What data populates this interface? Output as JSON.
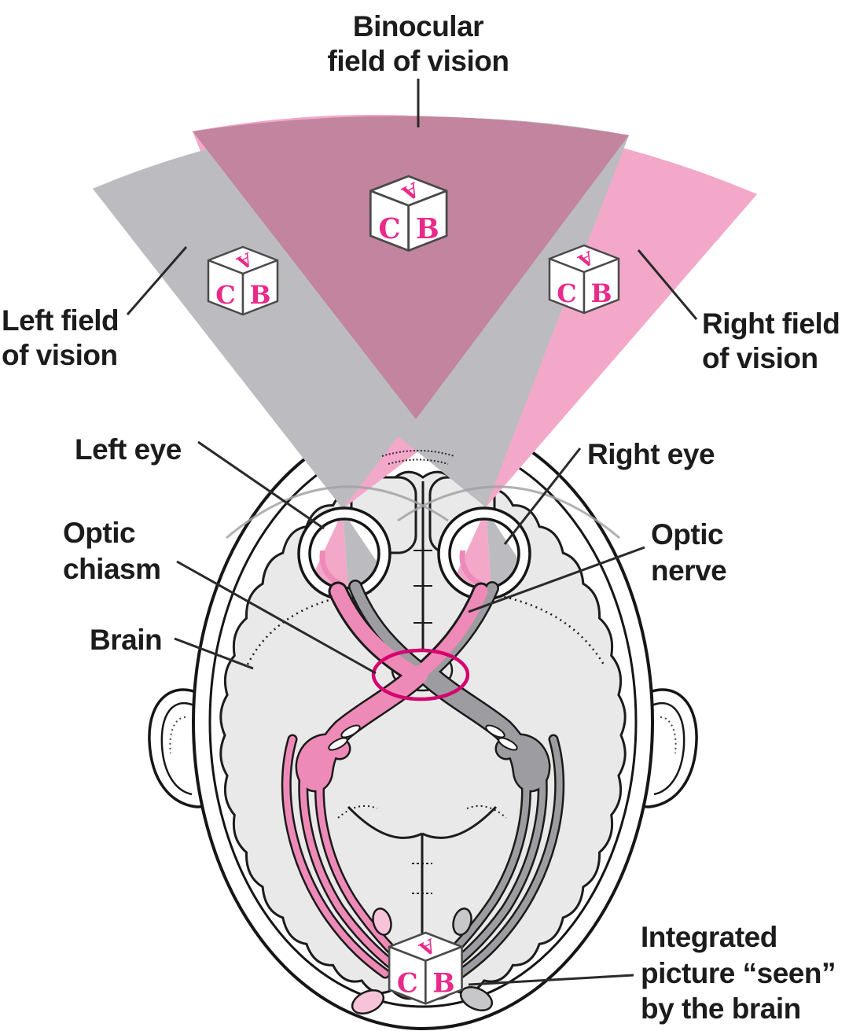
{
  "labels": {
    "binocular_line1": "Binocular",
    "binocular_line2": "field of vision",
    "left_field_line1": "Left field",
    "left_field_line2": "of vision",
    "right_field_line1": "Right field",
    "right_field_line2": "of vision",
    "left_eye": "Left eye",
    "right_eye": "Right eye",
    "optic_chiasm_line1": "Optic",
    "optic_chiasm_line2": "chiasm",
    "optic_nerve_line1": "Optic",
    "optic_nerve_line2": "nerve",
    "brain": "Brain",
    "integrated_line1": "Integrated",
    "integrated_line2": "picture “seen”",
    "integrated_line3": "by the brain"
  },
  "cube_letters": {
    "top": "A",
    "left": "C",
    "right": "B"
  },
  "colors": {
    "left_field": "#bcbcc0",
    "right_field": "#f3a8c9",
    "binocular_overlap": "#c2849f",
    "pathway_pink": "#ee8ab7",
    "pathway_gray": "#9d9da1",
    "pathway_pink_light": "#f6c3d9",
    "pathway_gray_light": "#c7c7ca",
    "chiasm_ring": "#d6006e",
    "cube_letter": "#e92a8a",
    "brain_fill": "#e9e9e9",
    "label_text": "#1c1c1c"
  }
}
